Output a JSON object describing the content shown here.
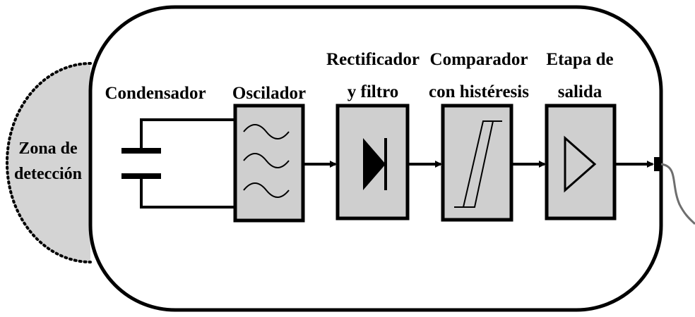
{
  "diagram": {
    "zone": {
      "line1": "Zona de",
      "line2": "detección"
    },
    "labels": {
      "capacitor": "Condensador",
      "oscillator": "Oscilador",
      "rectifier_line1": "Rectificador",
      "rectifier_line2": "y filtro",
      "comparator_line1": "Comparador",
      "comparator_line2": "con histéresis",
      "output_line1": "Etapa de",
      "output_line2": "salida"
    },
    "colors": {
      "block_fill": "#cfcfcf",
      "zone_fill": "#d4d4d4",
      "cable": "#6e6e6e",
      "stroke": "#000000"
    }
  }
}
